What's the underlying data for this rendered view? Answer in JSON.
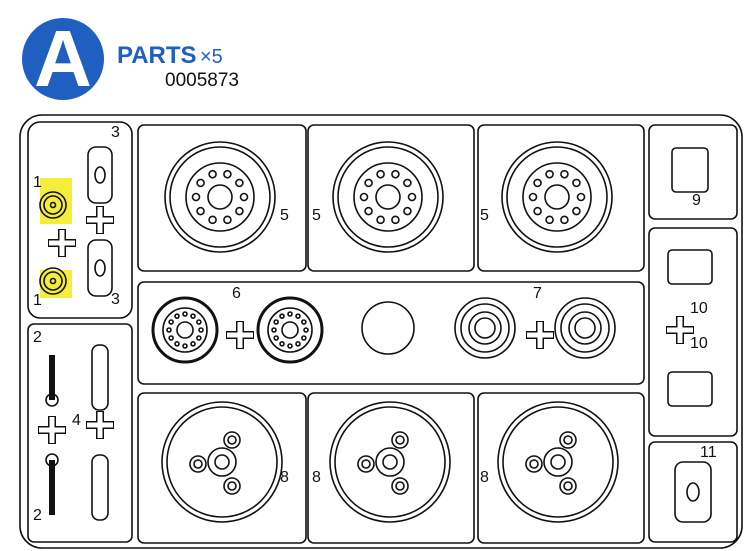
{
  "header": {
    "letter": "A",
    "title": "PARTS",
    "multiplier": "×5",
    "code": "0005873"
  },
  "highlight_color": "#f4ee3a",
  "accent_color": "#1f5fc0",
  "part_labels": [
    "1",
    "1",
    "3",
    "3",
    "2",
    "2",
    "4",
    "5",
    "5",
    "5",
    "6",
    "7",
    "8",
    "8",
    "8",
    "9",
    "10",
    "10",
    "11"
  ]
}
